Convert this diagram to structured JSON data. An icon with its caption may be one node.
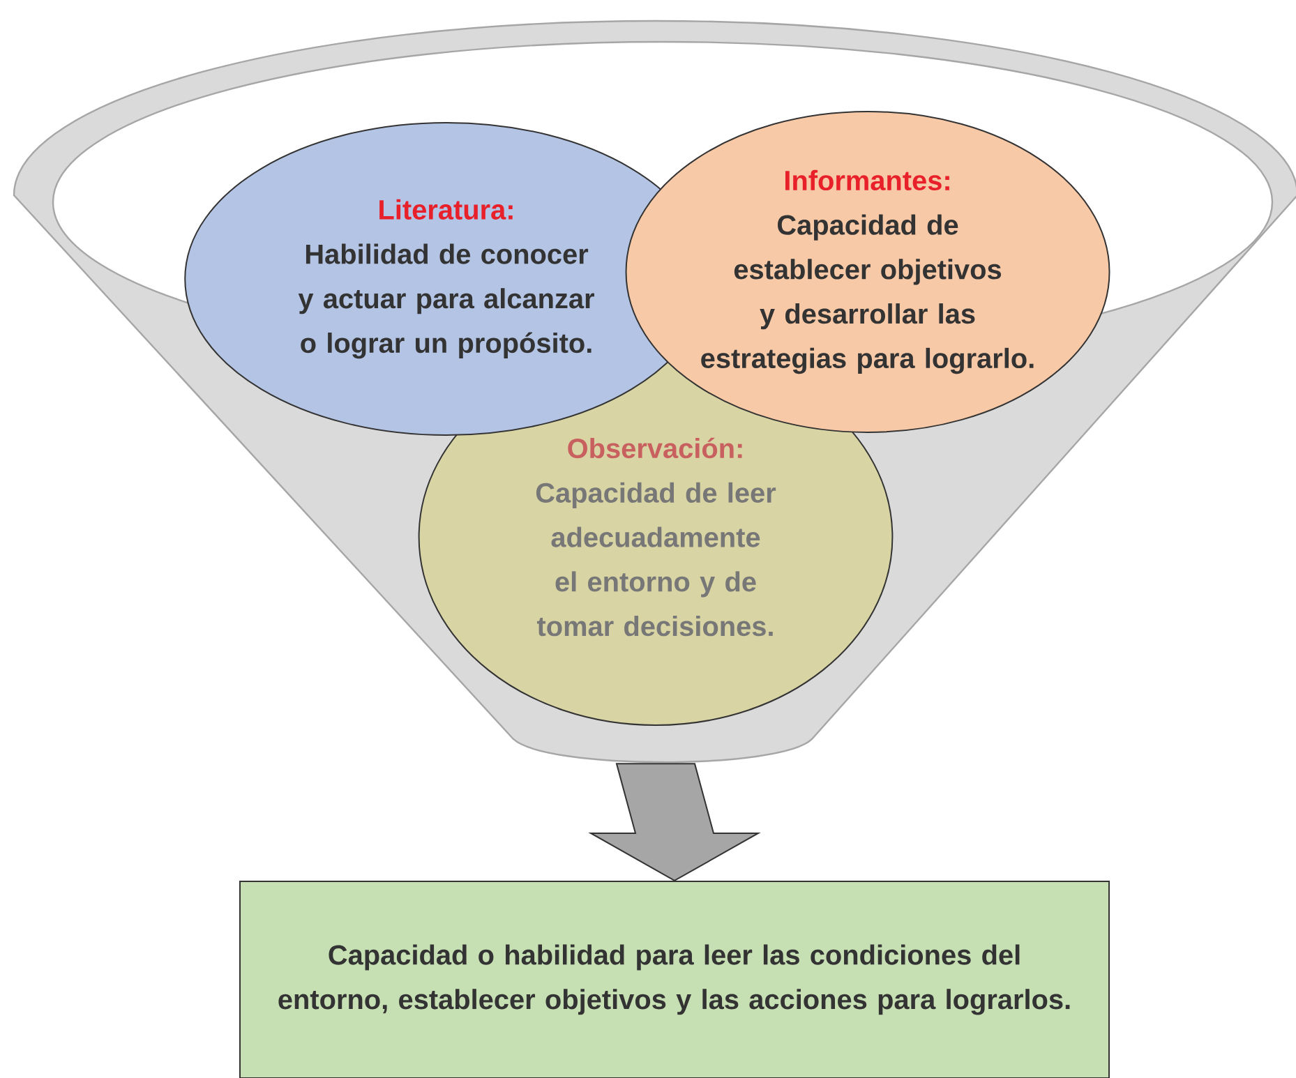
{
  "diagram": {
    "nodes": [
      {
        "text": [],
        "shape": "funnel"
      },
      {
        "text": [
          "Literatura:",
          "Habilidad de conocer y actuar para alcanzar o lograr un propósito."
        ],
        "in": 0
      },
      {
        "text": [
          "Informantes:",
          "Capacidad de establecer objetivos y desarrollar las estrategias para lograrlo."
        ],
        "in": 0
      },
      {
        "text": [
          "Observación:",
          "Capacidad de leer adecuadamente el entorno y de tomar decisiones."
        ],
        "in": 0
      },
      {
        "text": [
          "Capacidad o habilidad para leer las condiciones del entorno, establecer objetivos y las acciones para lograrlos."
        ]
      }
    ],
    "edges": [
      {
        "from": 0,
        "to": 4,
        "arrow": "to",
        "style": "thick"
      }
    ]
  }
}
